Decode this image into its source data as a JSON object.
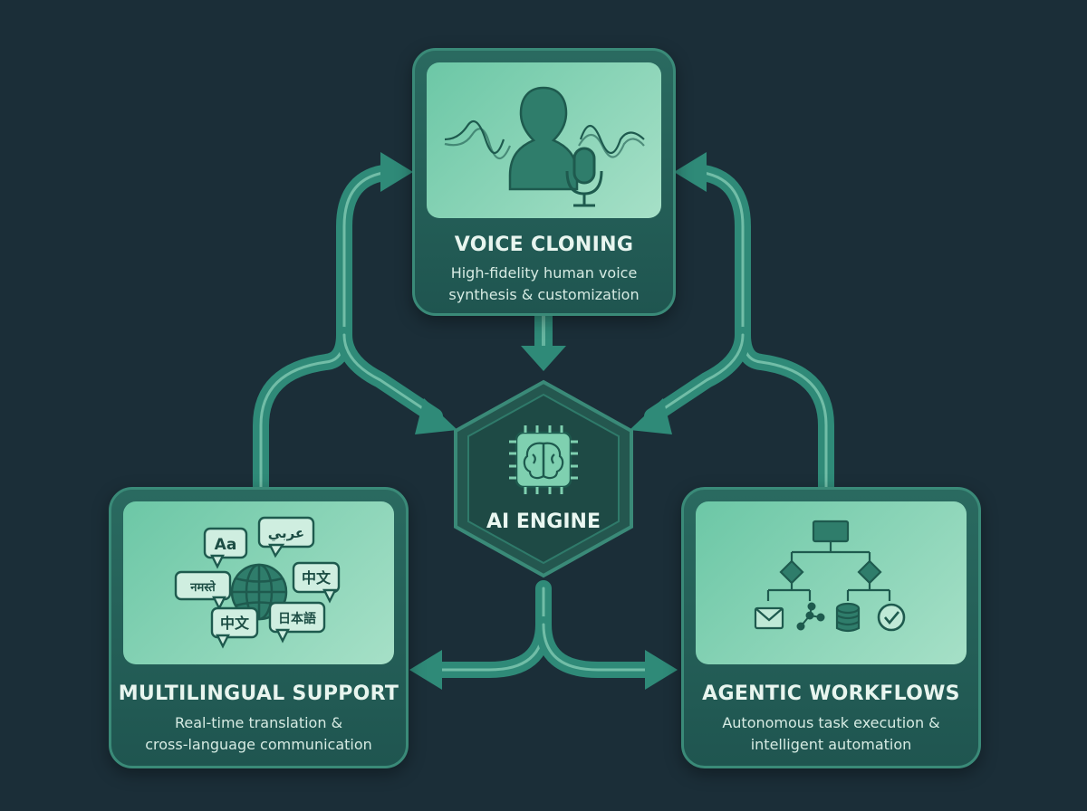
{
  "center": {
    "label": "AI ENGINE",
    "icon": "brain-chip-icon"
  },
  "voice": {
    "title": "VOICE CLONING",
    "desc_line1": "High-fidelity human voice",
    "desc_line2": "synthesis & customization",
    "icons": [
      "person-silhouette-icon",
      "sound-wave-icon",
      "microphone-icon"
    ]
  },
  "multilingual": {
    "title": "MULTILINGUAL SUPPORT",
    "desc_line1": "Real-time translation &",
    "desc_line2": "cross-language communication",
    "icons": [
      "globe-icon",
      "speech-bubble-icon"
    ],
    "bubbles": [
      "Aa",
      "عربي",
      "नमस्ते",
      "中文",
      "中文",
      "日本語"
    ]
  },
  "agentic": {
    "title": "AGENTIC WORKFLOWS",
    "desc_line1": "Autonomous task execution &",
    "desc_line2": "intelligent automation",
    "icons": [
      "flowchart-icon",
      "mail-icon",
      "graph-nodes-icon",
      "database-icon",
      "checkmark-icon"
    ]
  },
  "colors": {
    "background": "#1b2e38",
    "card": "#245f57",
    "card_border": "#3a8a78",
    "panel": "#8dd6b8",
    "connector": "#2f8a78",
    "connector_highlight": "#9ee0c7",
    "icon_stroke": "#1e5a4e"
  }
}
